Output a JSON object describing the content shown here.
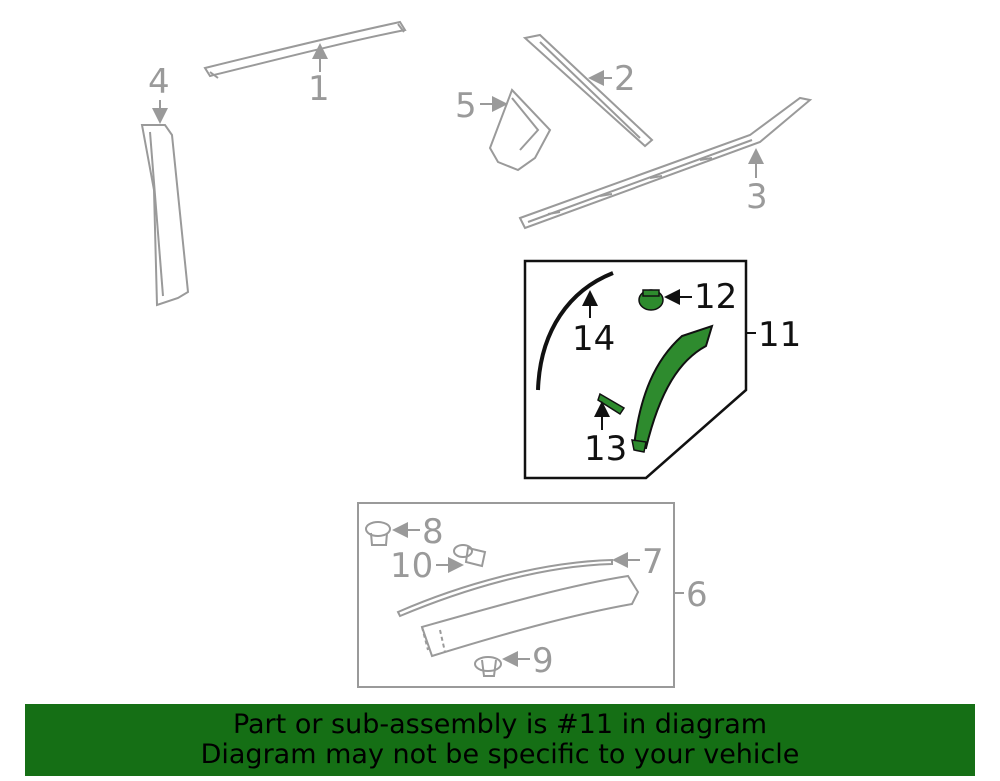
{
  "colors": {
    "background": "#ffffff",
    "part_outline": "#9a9a9a",
    "highlight_fill": "#2e8b2e",
    "banner": "#156f15"
  },
  "callouts": {
    "c1": "1",
    "c2": "2",
    "c3": "3",
    "c4": "4",
    "c5": "5",
    "c6": "6",
    "c7": "7",
    "c8": "8",
    "c9": "9",
    "c10": "10",
    "c11": "11",
    "c12": "12",
    "c13": "13",
    "c14": "14"
  },
  "banner": {
    "line1": "Part or sub-assembly is #11 in diagram",
    "line2": "Diagram may not be specific to your vehicle"
  }
}
